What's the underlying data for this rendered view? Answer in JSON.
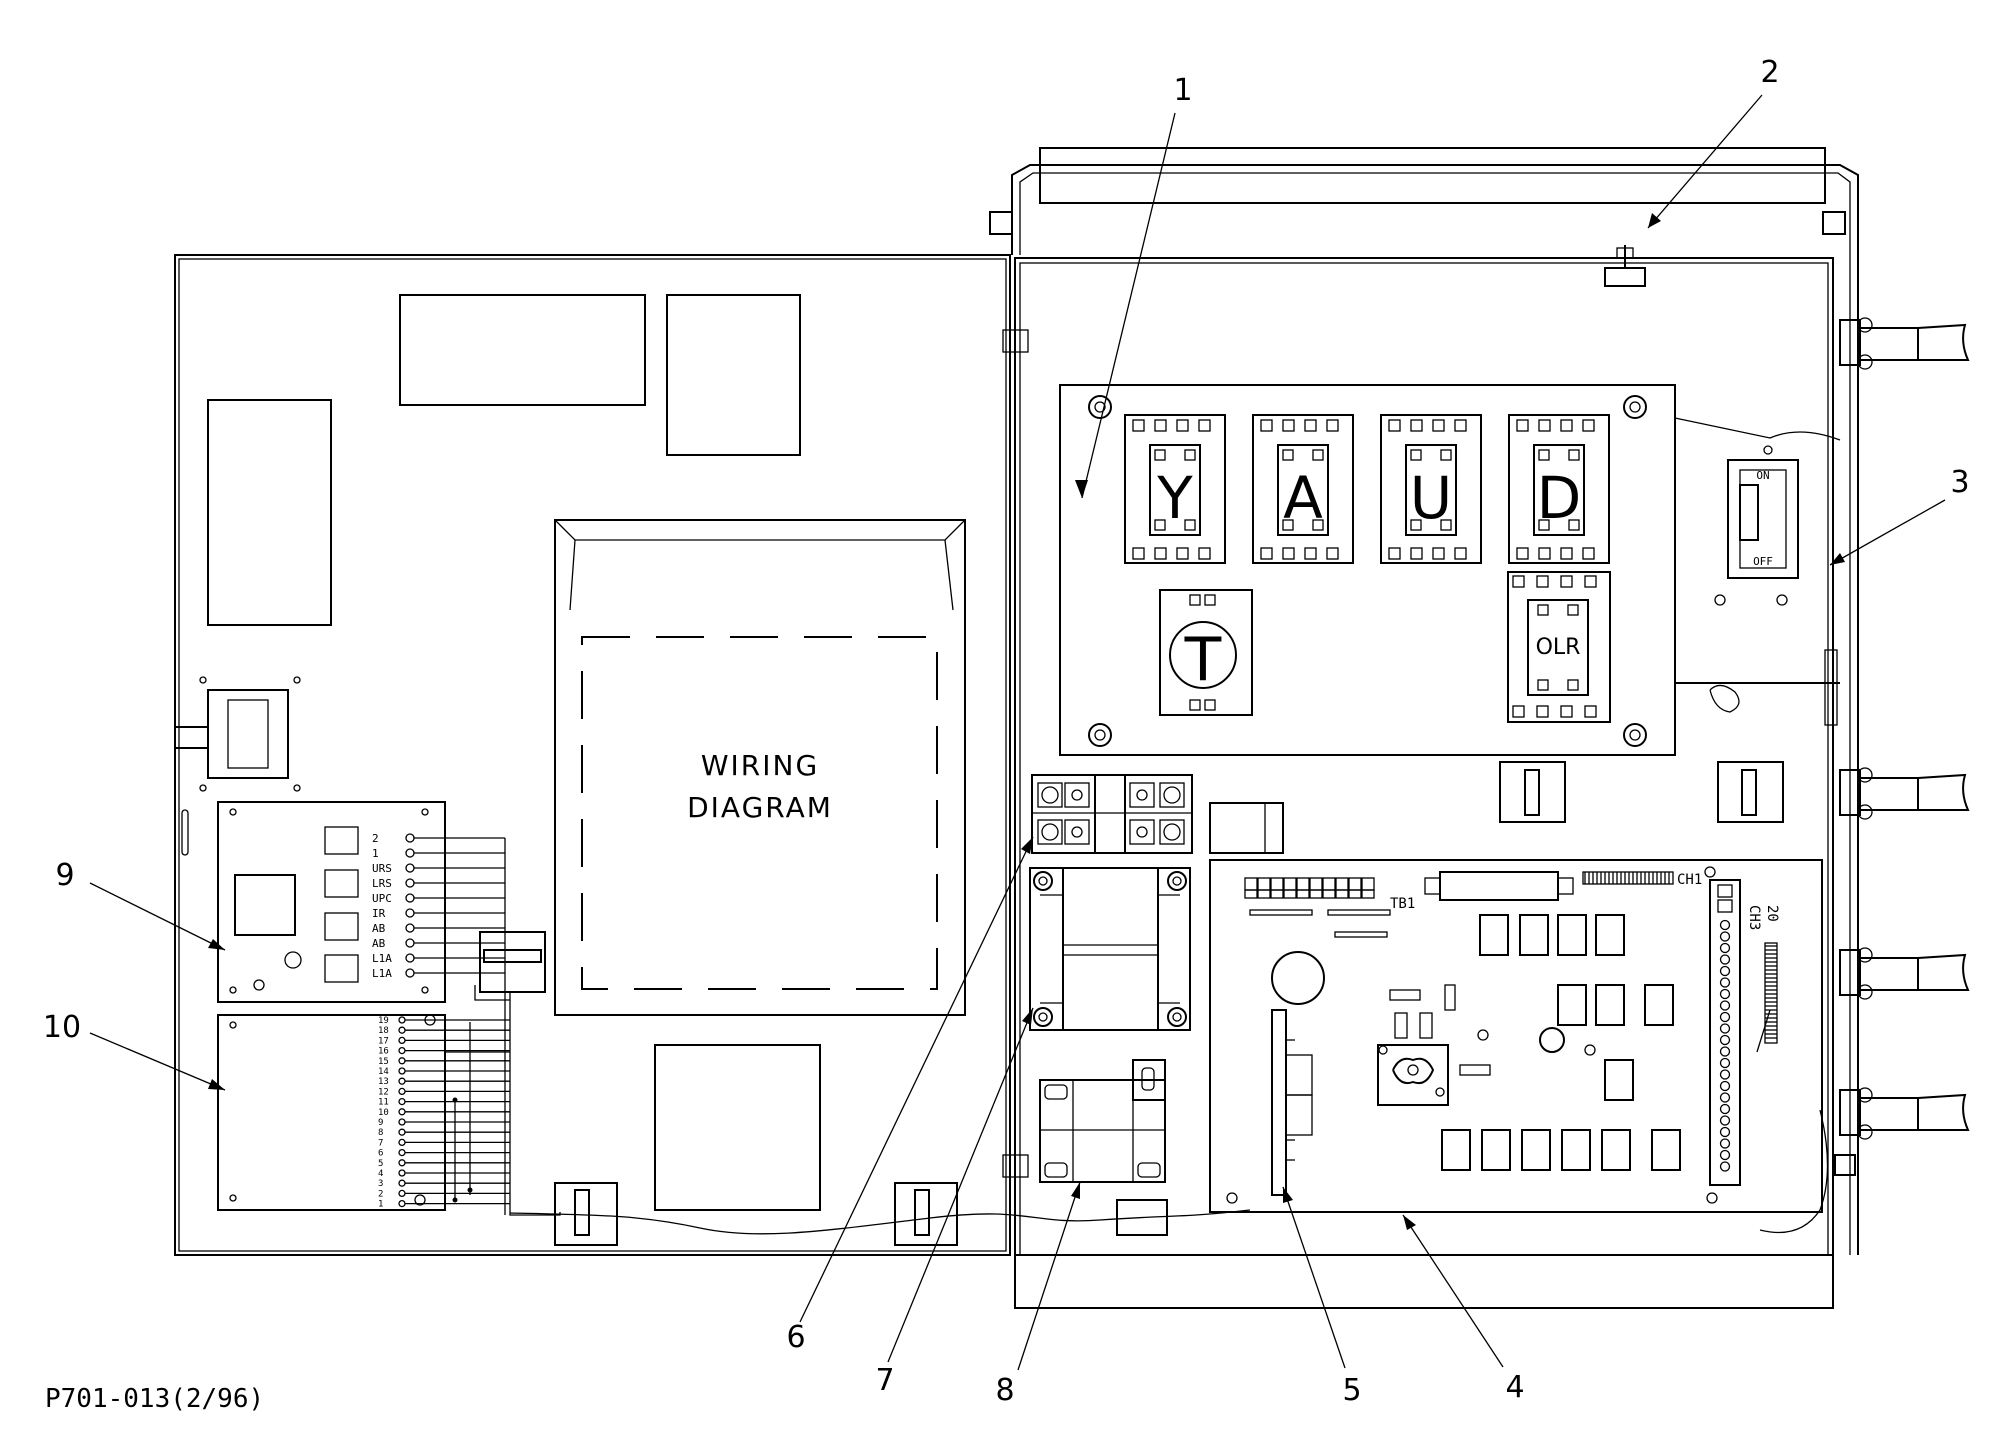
{
  "diagram": {
    "drawing_code": "P701-013(2/96)",
    "door_label_line1": "WIRING",
    "door_label_line2": "DIAGRAM",
    "switch_on": "ON",
    "switch_off": "OFF",
    "relay_labels": {
      "y": "Y",
      "a": "A",
      "u": "U",
      "d": "D",
      "t": "T",
      "olr": "OLR"
    },
    "board_labels": {
      "tb1": "TB1",
      "ch1": "CH1",
      "ch3": "CH3",
      "ch3_sub": "20"
    },
    "terminal_strip_9": [
      "2",
      "1",
      "URS",
      "LRS",
      "UPC",
      "IR",
      "AB",
      "AB",
      "L1A",
      "L1A"
    ],
    "terminal_strip_10": [
      "19",
      "18",
      "17",
      "16",
      "15",
      "14",
      "13",
      "12",
      "11",
      "10",
      "9",
      "8",
      "7",
      "6",
      "5",
      "4",
      "3",
      "2",
      "1"
    ],
    "callouts": [
      "1",
      "2",
      "3",
      "4",
      "5",
      "6",
      "7",
      "8",
      "9",
      "10"
    ]
  }
}
